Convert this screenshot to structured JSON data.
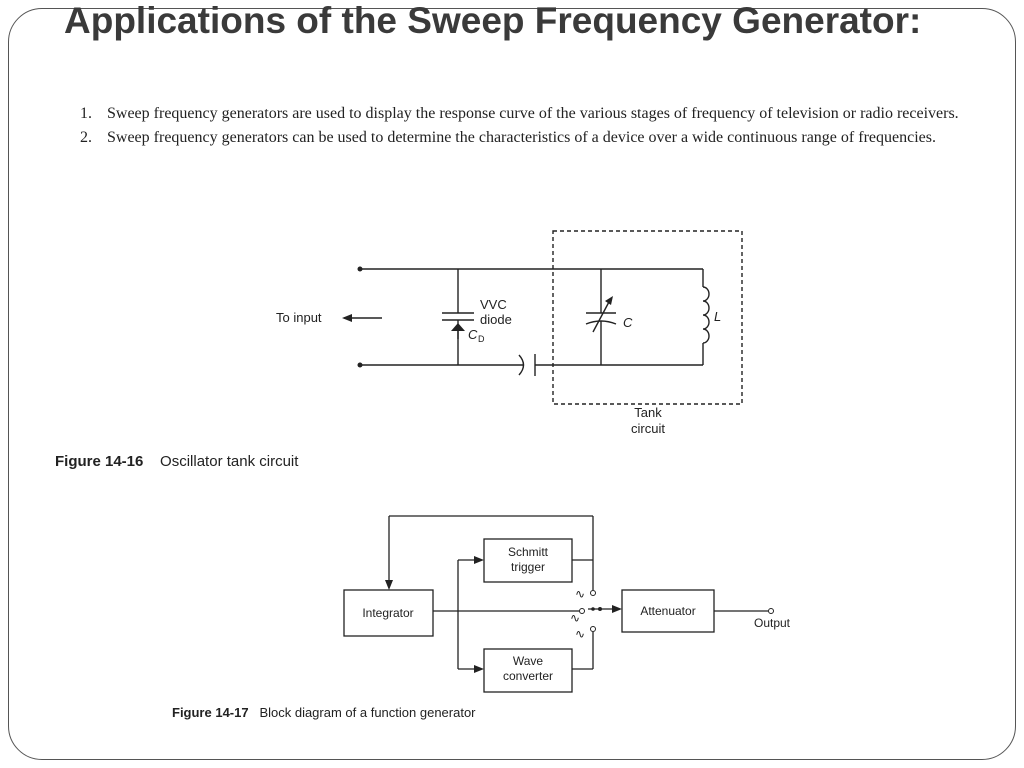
{
  "slide": {
    "title": "Applications of the Sweep Frequency Generator:"
  },
  "applications": [
    {
      "num": "1.",
      "text": "Sweep frequency generators are used to display the response curve of the various stages of frequency of television or radio receivers."
    },
    {
      "num": "2.",
      "text": "Sweep frequency generators can be used to determine the characteristics of a device over a wide continuous range of frequencies."
    }
  ],
  "figure1": {
    "label": "Figure 14-16",
    "caption": "Oscillator tank circuit",
    "to_input": "To input",
    "vvc": "VVC",
    "diode": "diode",
    "cd": "C",
    "cd_sub": "D",
    "c": "C",
    "l": "L",
    "tank": "Tank",
    "circuit": "circuit"
  },
  "figure2": {
    "label": "Figure 14-17",
    "caption": "Block diagram of a function generator",
    "integrator": "Integrator",
    "schmitt1": "Schmitt",
    "schmitt2": "trigger",
    "wave1": "Wave",
    "wave2": "converter",
    "attenuator": "Attenuator",
    "output": "Output",
    "sq_glyph": "∿",
    "tri_glyph": "∿",
    "sine_glyph": "∿"
  }
}
